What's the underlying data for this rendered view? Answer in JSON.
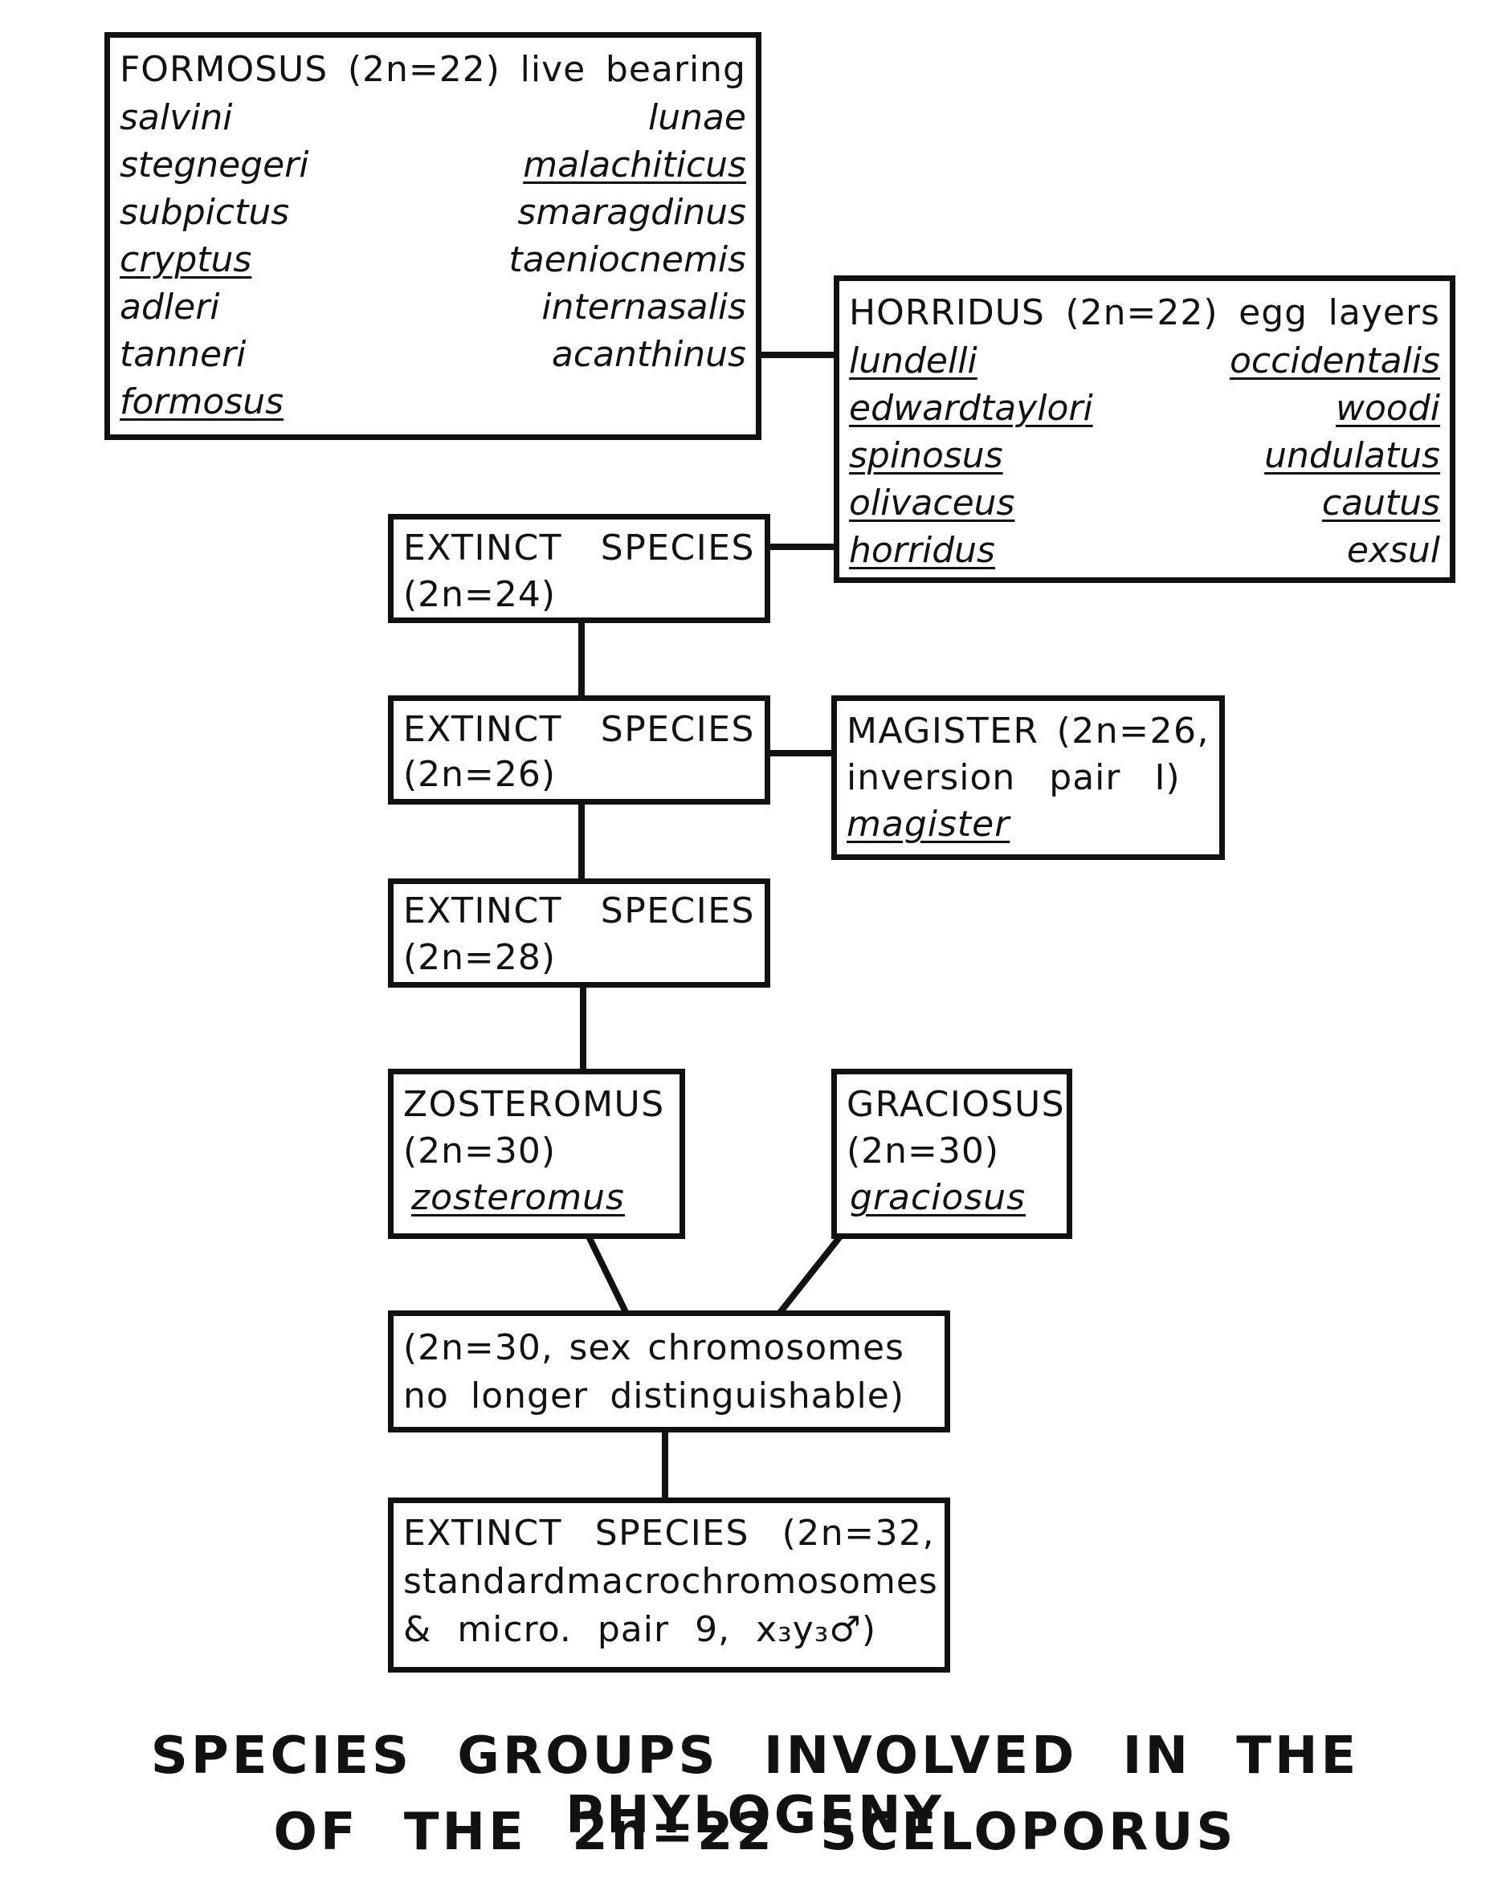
{
  "formosus": {
    "header": [
      "FORMOSUS",
      "(2n=22)",
      "live",
      "bearing"
    ],
    "left": [
      {
        "name": "salvini",
        "u": false
      },
      {
        "name": "stegnegeri",
        "u": false
      },
      {
        "name": "subpictus",
        "u": false
      },
      {
        "name": "cryptus",
        "u": true
      },
      {
        "name": "adleri",
        "u": false
      },
      {
        "name": "tanneri",
        "u": false
      },
      {
        "name": "formosus",
        "u": true
      }
    ],
    "right": [
      {
        "name": "lunae",
        "u": false
      },
      {
        "name": "malachiticus",
        "u": true
      },
      {
        "name": "smaragdinus",
        "u": false
      },
      {
        "name": "taeniocnemis",
        "u": false
      },
      {
        "name": "internasalis",
        "u": false
      },
      {
        "name": "acanthinus",
        "u": false
      }
    ]
  },
  "horridus": {
    "header": [
      "HORRIDUS",
      "(2n=22)",
      "egg",
      "layers"
    ],
    "left": [
      {
        "name": "lundelli",
        "u": true
      },
      {
        "name": "edwardtaylori",
        "u": true
      },
      {
        "name": "spinosus",
        "u": true
      },
      {
        "name": "olivaceus",
        "u": true
      },
      {
        "name": "horridus",
        "u": true
      }
    ],
    "right": [
      {
        "name": "occidentalis",
        "u": true
      },
      {
        "name": "woodi",
        "u": true
      },
      {
        "name": "undulatus",
        "u": true
      },
      {
        "name": "cautus",
        "u": true
      },
      {
        "name": "exsul",
        "u": false
      }
    ]
  },
  "extinct24": {
    "line1": [
      "EXTINCT",
      "SPECIES"
    ],
    "line2": "(2n=24)"
  },
  "extinct26": {
    "line1": [
      "EXTINCT",
      "SPECIES"
    ],
    "line2": "(2n=26)"
  },
  "magister": {
    "line1": [
      "MAGISTER",
      "(2n=26,"
    ],
    "line2": [
      "inversion",
      "pair",
      "I)"
    ],
    "species": "magister"
  },
  "extinct28": {
    "line1": [
      "EXTINCT",
      "SPECIES"
    ],
    "line2": "(2n=28)"
  },
  "zosteromus": {
    "line1": "ZOSTEROMUS",
    "line2": "(2n=30)",
    "species": "zosteromus"
  },
  "graciosus": {
    "line1": "GRACIOSUS",
    "line2": "(2n=30)",
    "species": "graciosus"
  },
  "sexbox": {
    "line1": [
      "(2n=30,",
      "sex",
      "chromosomes"
    ],
    "line2": [
      "no",
      "longer",
      "distinguishable)"
    ]
  },
  "extinct32": {
    "line1": [
      "EXTINCT",
      "SPECIES",
      "(2n=32,"
    ],
    "line2": [
      "standard",
      "macrochromosomes"
    ],
    "line3": [
      "&",
      "micro.",
      "pair",
      "9,"
    ],
    "sexformula": "x₃y₃♂)"
  },
  "title": {
    "line1": "SPECIES GROUPS INVOLVED IN THE PHYLOGENY",
    "line2": "OF THE 2n=22 SCELOPORUS"
  }
}
